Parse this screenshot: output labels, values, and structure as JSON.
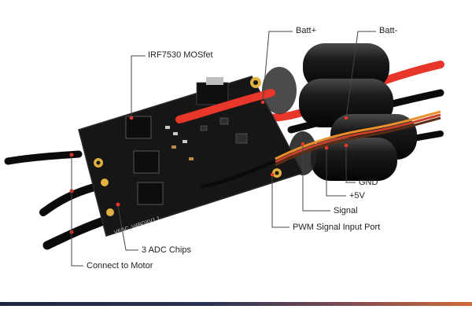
{
  "labels": {
    "mosfet": "IRF7530 MOSfet",
    "batt_plus": "Batt+",
    "batt_minus": "Batt-",
    "gnd": "GND",
    "plus5v": "+5V",
    "signal": "Signal",
    "pwm_port": "PWM Signal Input Port",
    "adc_chips": "3 ADC Chips",
    "connect_motor": "Connect to Motor"
  },
  "board": {
    "silkscreen": "VESC_V4BOXV1.1"
  },
  "colors": {
    "pcb": "#161616",
    "battery_wire": "#e8362a",
    "signal_wire_orange": "#e9902a",
    "signal_wire_red": "#c9402b",
    "signal_wire_brown": "#5a2e16",
    "leader_line": "#444444",
    "footer_start": "#1d2840",
    "footer_end": "#d06a3a"
  }
}
